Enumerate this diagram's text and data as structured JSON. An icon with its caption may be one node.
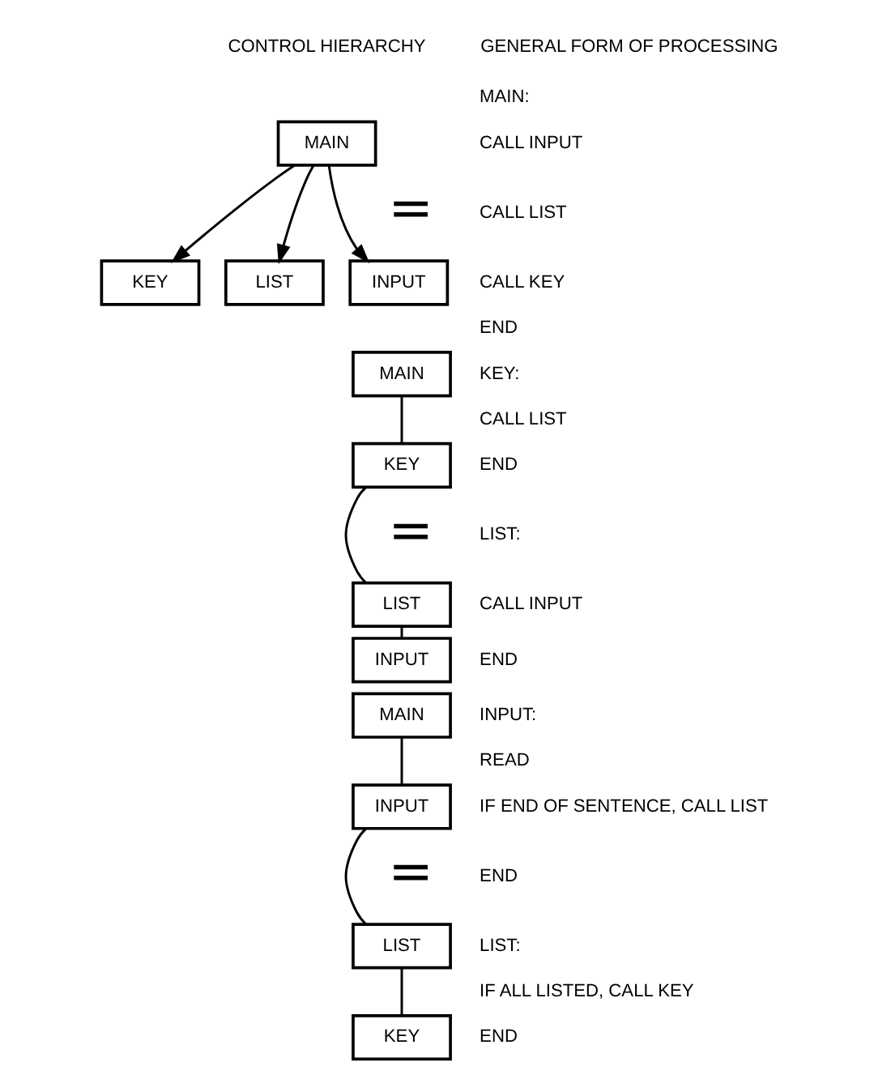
{
  "diagram": {
    "nodes": [
      {
        "text": [
          "MAIN"
        ]
      },
      {
        "text": [
          "KEY"
        ]
      },
      {
        "text": [
          "LIST"
        ]
      },
      {
        "text": [
          "INPUT"
        ]
      },
      {
        "text": [
          "MAIN"
        ]
      },
      {
        "text": [
          "KEY"
        ]
      },
      {
        "text": [
          "LIST"
        ]
      },
      {
        "text": [
          "INPUT"
        ]
      },
      {
        "text": [
          "MAIN"
        ]
      },
      {
        "text": [
          "INPUT"
        ]
      },
      {
        "text": [
          "LIST"
        ]
      },
      {
        "text": [
          "KEY"
        ]
      }
    ],
    "edges": [
      {
        "from": 0,
        "to": 1,
        "arrow": "to"
      },
      {
        "from": 0,
        "to": 2,
        "arrow": "to"
      },
      {
        "from": 0,
        "to": 3,
        "arrow": "to"
      },
      {
        "from": 4,
        "to": 5,
        "arrow": "none"
      },
      {
        "from": 5,
        "to": 6,
        "arrow": "none"
      },
      {
        "from": 6,
        "to": 7,
        "arrow": "none"
      },
      {
        "from": 8,
        "to": 9,
        "arrow": "none"
      },
      {
        "from": 9,
        "to": 10,
        "arrow": "none"
      },
      {
        "from": 10,
        "to": 11,
        "arrow": "none"
      }
    ],
    "labels": [
      "CONTROL HIERARCHY",
      "GENERAL FORM OF PROCESSING",
      "=",
      "MAIN:",
      "CALL INPUT",
      "CALL LIST",
      "CALL KEY",
      "END",
      "=",
      "KEY:",
      "CALL LIST",
      "END",
      "LIST:",
      "CALL INPUT",
      "END",
      "=",
      "INPUT:",
      "READ",
      "IF END OF SENTENCE, CALL LIST",
      "END",
      "LIST:",
      "IF ALL LISTED, CALL KEY",
      "END"
    ]
  }
}
